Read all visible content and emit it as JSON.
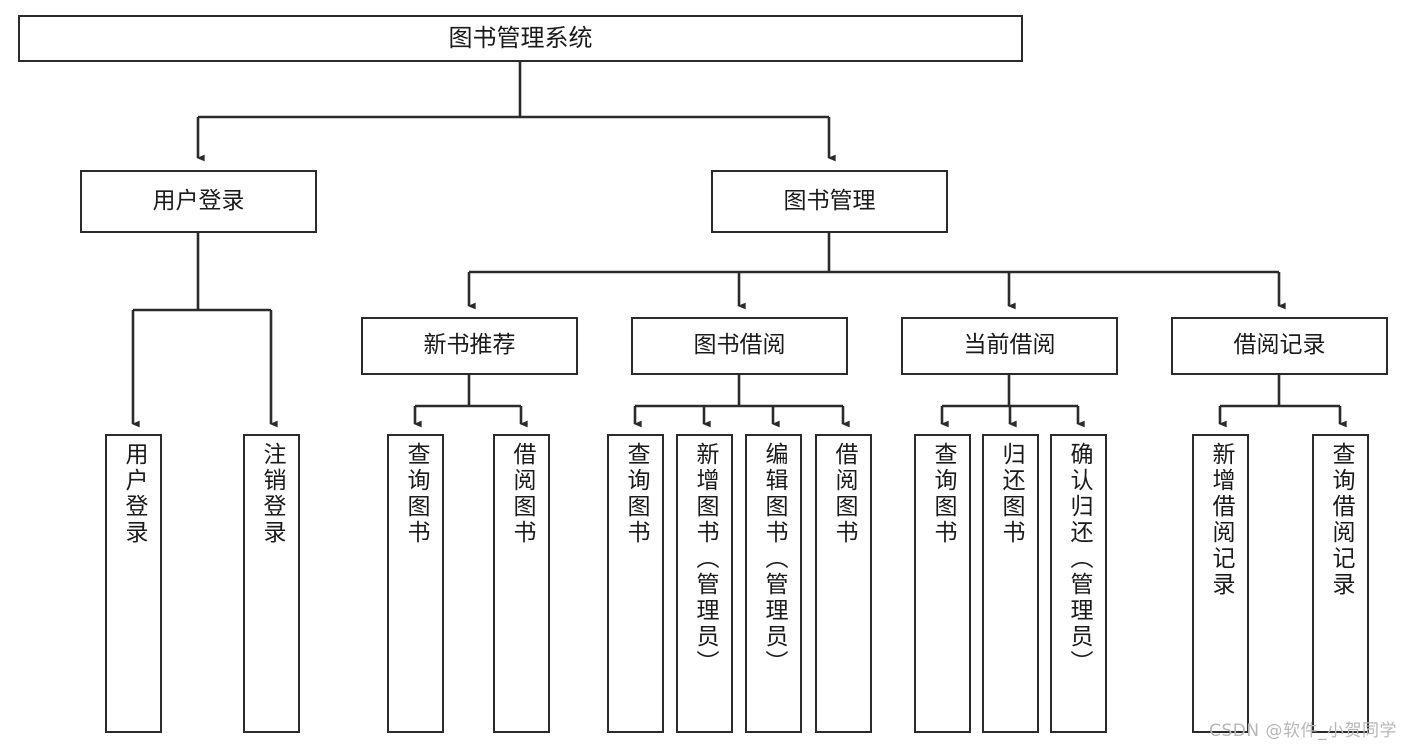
{
  "diagram": {
    "title": "图书管理系统",
    "type": "tree-hierarchy-diagram",
    "watermark": "CSDN @软件_小贺同学",
    "colors": {
      "background": "#ffffff",
      "box_border": "#2b2b2b",
      "box_fill": "#ffffff",
      "text": "#1a1a1a",
      "edge": "#2b2b2b",
      "watermark": "#b7b7b7"
    },
    "nodes": {
      "root": {
        "label": "图书管理系统"
      },
      "level2": [
        {
          "label": "用户登录"
        },
        {
          "label": "图书管理"
        }
      ],
      "level3": [
        {
          "label": "新书推荐"
        },
        {
          "label": "图书借阅"
        },
        {
          "label": "当前借阅"
        },
        {
          "label": "借阅记录"
        }
      ],
      "leaves": {
        "user_login": [
          {
            "label": "用户登录"
          },
          {
            "label": "注销登录"
          }
        ],
        "new_book_recommend": [
          {
            "label": "查询图书"
          },
          {
            "label": "借阅图书"
          }
        ],
        "book_borrow": [
          {
            "label": "查询图书"
          },
          {
            "label": "新增图书（管理员）"
          },
          {
            "label": "编辑图书（管理员）"
          },
          {
            "label": "借阅图书"
          }
        ],
        "current_borrow": [
          {
            "label": "查询图书"
          },
          {
            "label": "归还图书"
          },
          {
            "label": "确认归还（管理员）"
          }
        ],
        "borrow_record": [
          {
            "label": "新增借阅记录"
          },
          {
            "label": "查询借阅记录"
          }
        ]
      }
    }
  }
}
